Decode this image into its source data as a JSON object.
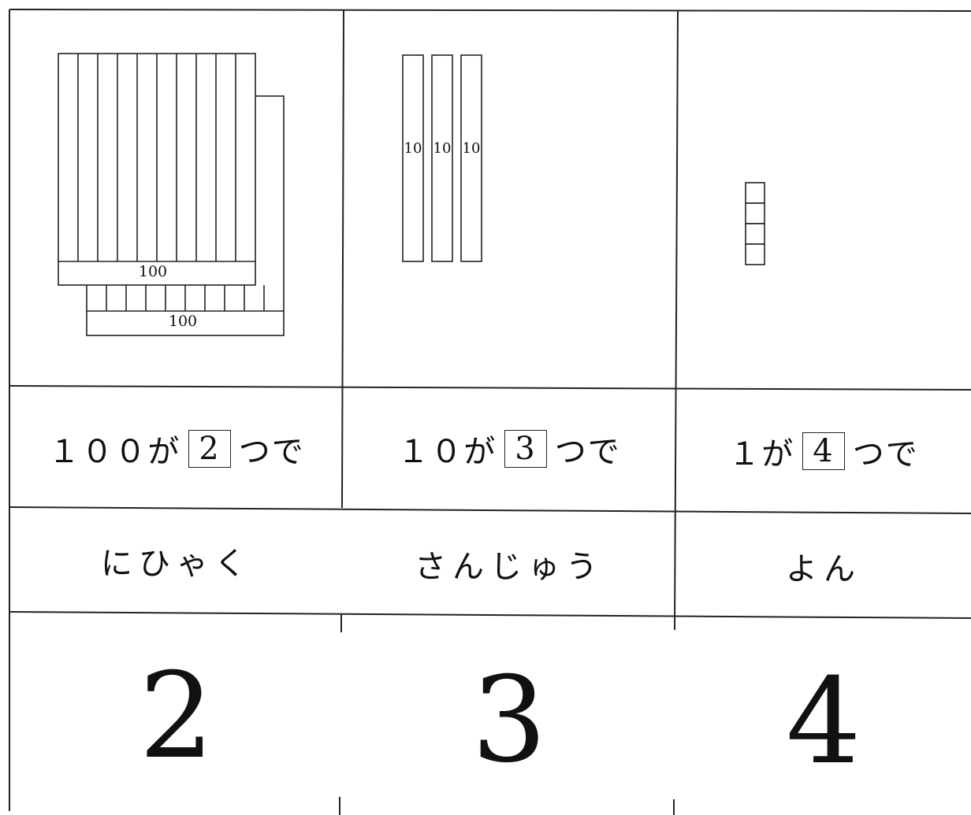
{
  "blocks": {
    "hundred_label_front": "100",
    "hundred_label_back": "100",
    "ten_labels": [
      "10",
      "10",
      "10"
    ]
  },
  "columns": [
    {
      "count_prefix": "１００が",
      "count_value": "2",
      "count_suffix": "つで",
      "reading": "にひゃく",
      "digit": "2"
    },
    {
      "count_prefix": "１０が",
      "count_value": "3",
      "count_suffix": "つで",
      "reading": "さんじゅう",
      "digit": "3"
    },
    {
      "count_prefix": "１が",
      "count_value": "4",
      "count_suffix": "つで",
      "reading": "よん",
      "digit": "4"
    }
  ]
}
